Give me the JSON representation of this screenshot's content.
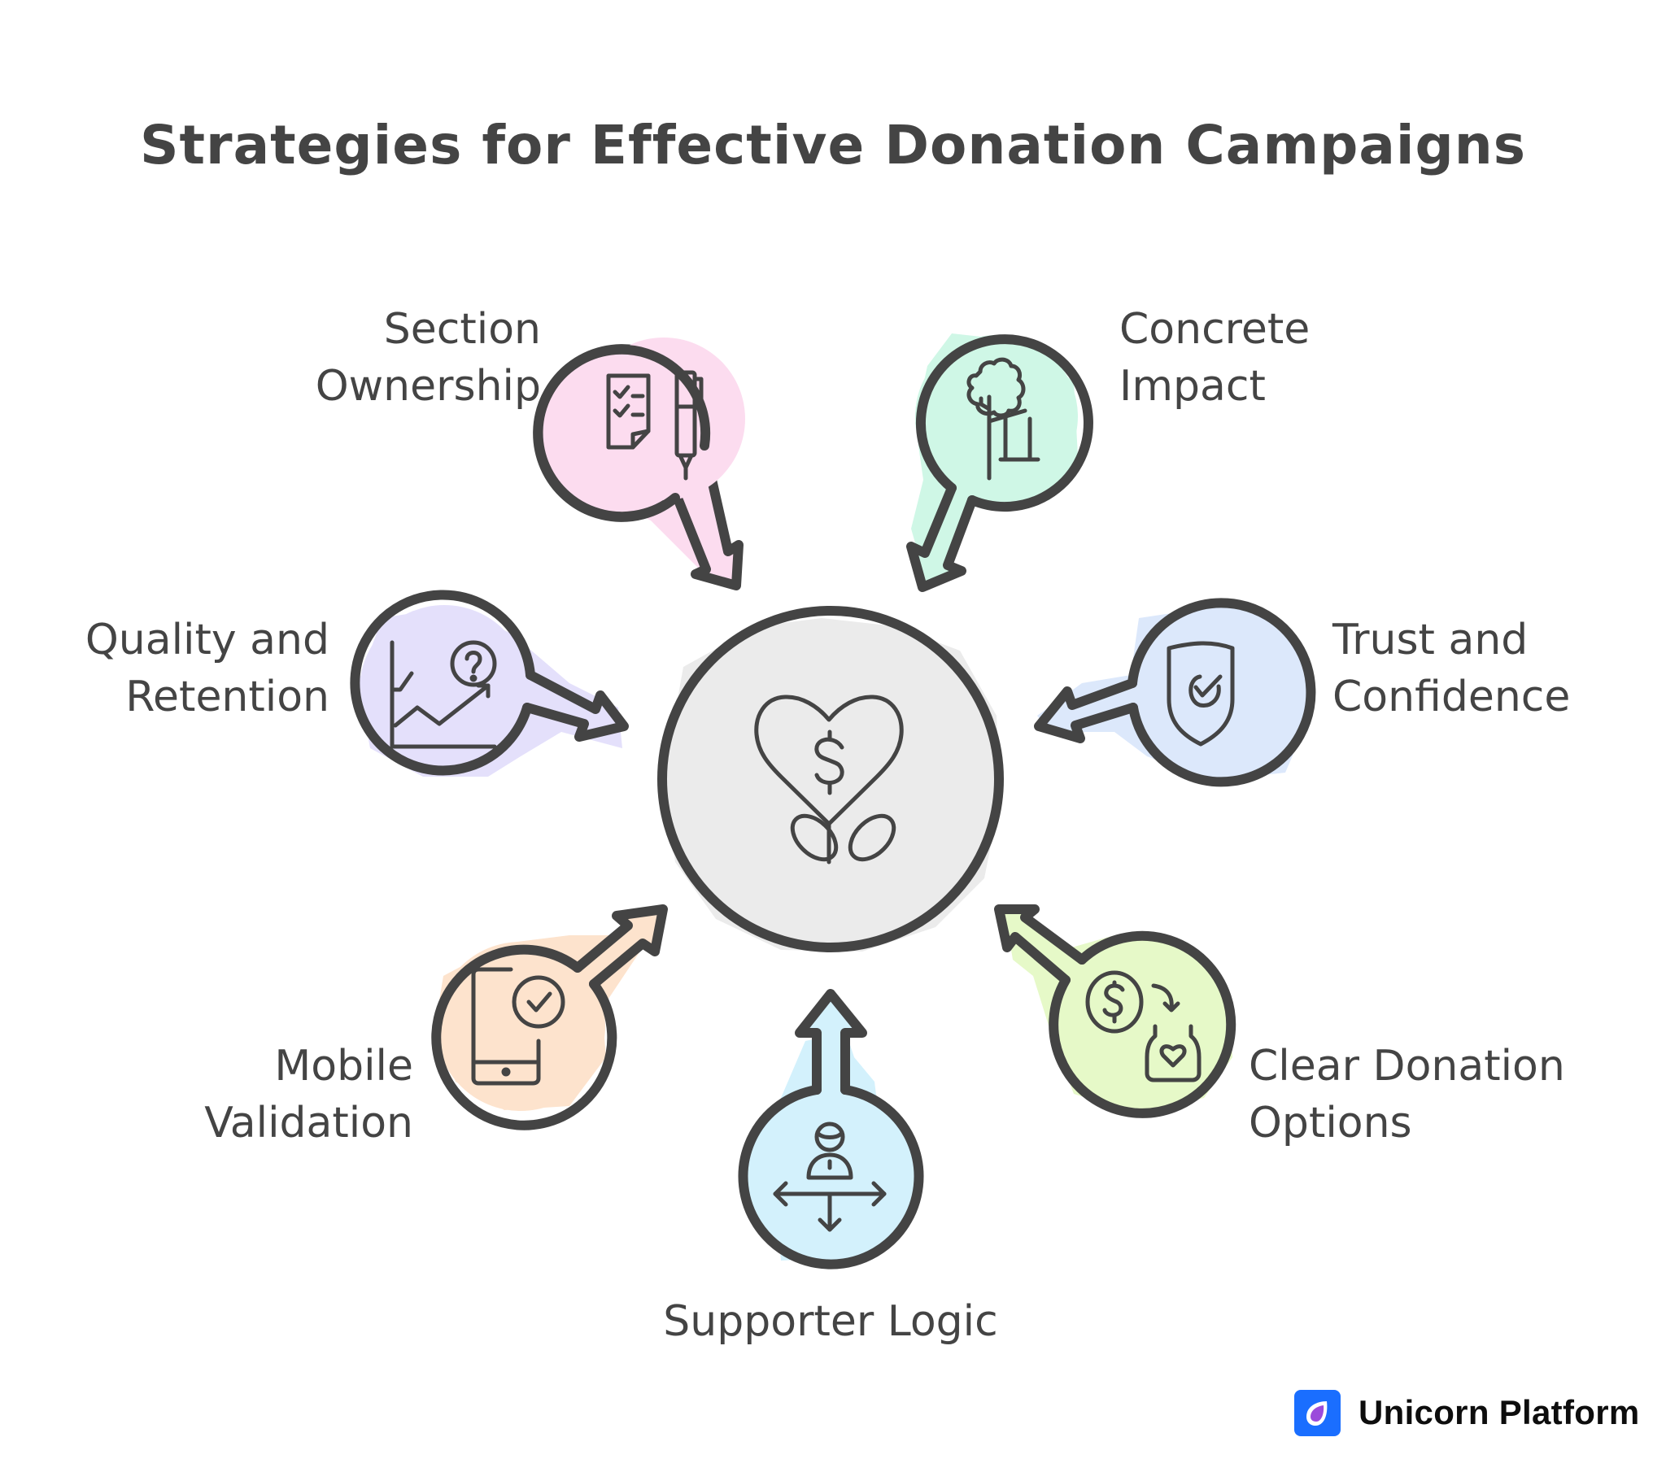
{
  "title": "Strategies for Effective Donation Campaigns",
  "center": {
    "icon": "heart-dollar-sprout-icon",
    "fill": "#EBEBEB"
  },
  "nodes": [
    {
      "id": "section-ownership",
      "lines": [
        "Section",
        "Ownership"
      ],
      "icon": "checklist-pen-icon",
      "fill": "#FCDCEF",
      "position": "top-left"
    },
    {
      "id": "concrete-impact",
      "lines": [
        "Concrete",
        "Impact"
      ],
      "icon": "tree-icon",
      "fill": "#CFF7E6",
      "position": "top-right"
    },
    {
      "id": "quality-retention",
      "lines": [
        "Quality and",
        "Retention"
      ],
      "icon": "chart-question-icon",
      "fill": "#E4E0FB",
      "position": "left"
    },
    {
      "id": "trust-confidence",
      "lines": [
        "Trust and",
        "Confidence"
      ],
      "icon": "shield-check-icon",
      "fill": "#DCE8FB",
      "position": "right"
    },
    {
      "id": "mobile-validation",
      "lines": [
        "Mobile",
        "Validation"
      ],
      "icon": "phone-check-icon",
      "fill": "#FDE3CD",
      "position": "bottom-left"
    },
    {
      "id": "clear-donation-options",
      "lines": [
        "Clear Donation",
        "Options"
      ],
      "icon": "coin-to-jar-icon",
      "fill": "#E6F9C8",
      "position": "bottom-right"
    },
    {
      "id": "supporter-logic",
      "lines": [
        "Supporter Logic"
      ],
      "icon": "person-directions-icon",
      "fill": "#D3F1FC",
      "position": "bottom"
    }
  ],
  "colors": {
    "stroke": "#444444",
    "text": "#444444",
    "brand_blue": "#1A6EFF",
    "brand_purple": "#9B4BDB"
  },
  "brand": {
    "name": "Unicorn Platform",
    "logo_icon": "unicorn-drop-logo-icon"
  }
}
